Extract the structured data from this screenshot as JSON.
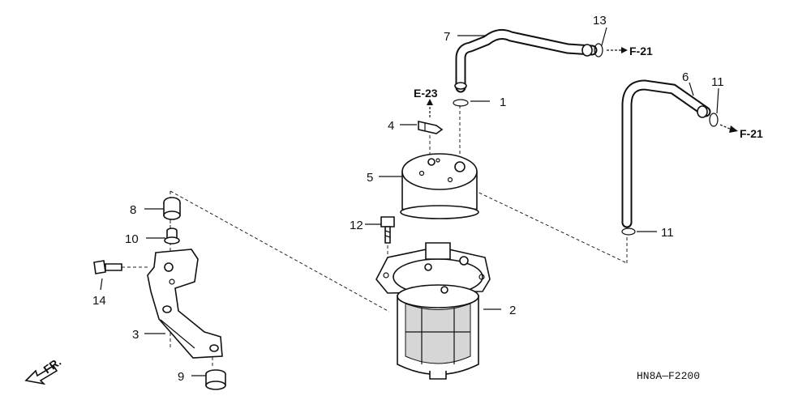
{
  "diagram_code": "HN8A—F2200",
  "direction_label": "FR.",
  "references": {
    "f21_top": "F-21",
    "f21_right": "F-21",
    "e23": "E-23"
  },
  "callouts": {
    "p1": "1",
    "p2": "2",
    "p3": "3",
    "p4": "4",
    "p5": "5",
    "p6": "6",
    "p7": "7",
    "p8": "8",
    "p9": "9",
    "p10": "10",
    "p11a": "11",
    "p11b": "11",
    "p12": "12",
    "p13": "13",
    "p14": "14"
  }
}
